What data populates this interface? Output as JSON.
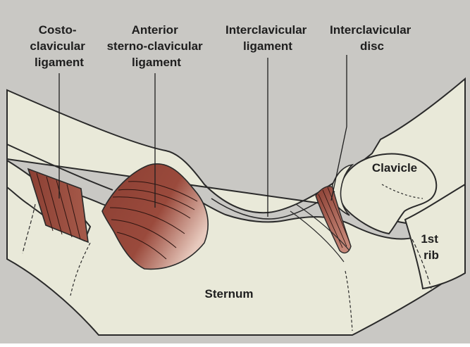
{
  "labels": {
    "costo_clavicular": [
      "Costo-",
      "clavicular",
      "ligament"
    ],
    "anterior_sterno_clavicular": [
      "Anterior",
      "sterno-clavicular",
      "ligament"
    ],
    "interclavicular_ligament": [
      "Interclavicular",
      "ligament"
    ],
    "interclavicular_disc": [
      "Interclavicular",
      "disc"
    ],
    "clavicle": "Clavicle",
    "first_rib": [
      "1st",
      "rib"
    ],
    "sternum": "Sternum"
  },
  "colors": {
    "background": "#c9c8c4",
    "bone": "#e9e9d9",
    "outline": "#2a2a2a",
    "ligament": "#8b3f33",
    "ligament_light": "#c08a7c",
    "text": "#1e1e1e"
  }
}
